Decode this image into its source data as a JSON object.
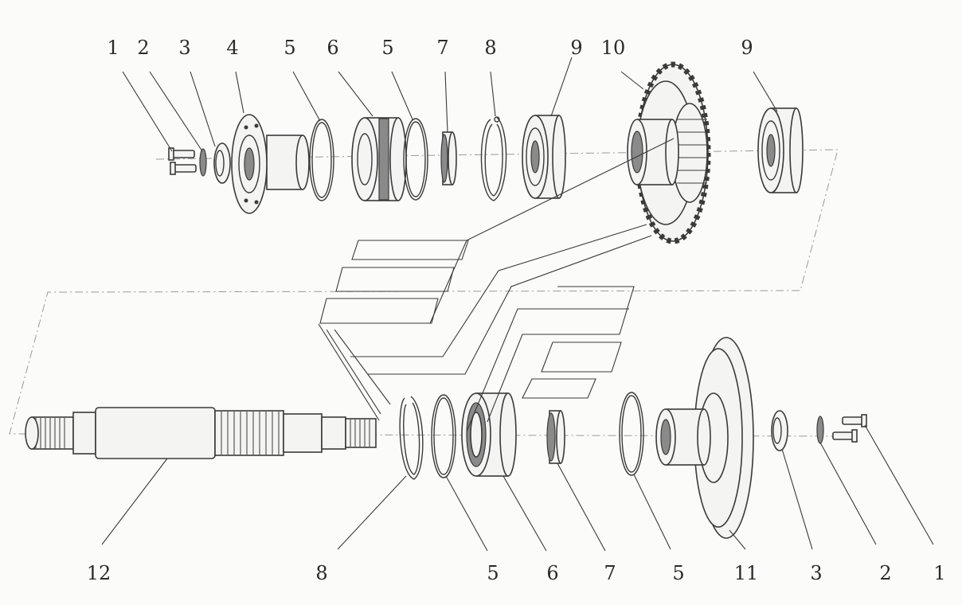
{
  "top_labels": [
    "1",
    "2",
    "3",
    "4",
    "5",
    "6",
    "5",
    "7",
    "8",
    "9",
    "10",
    "9"
  ],
  "bottom_labels": [
    "12",
    "8",
    "5",
    "6",
    "7",
    "5",
    "11",
    "3",
    "2",
    "1"
  ]
}
